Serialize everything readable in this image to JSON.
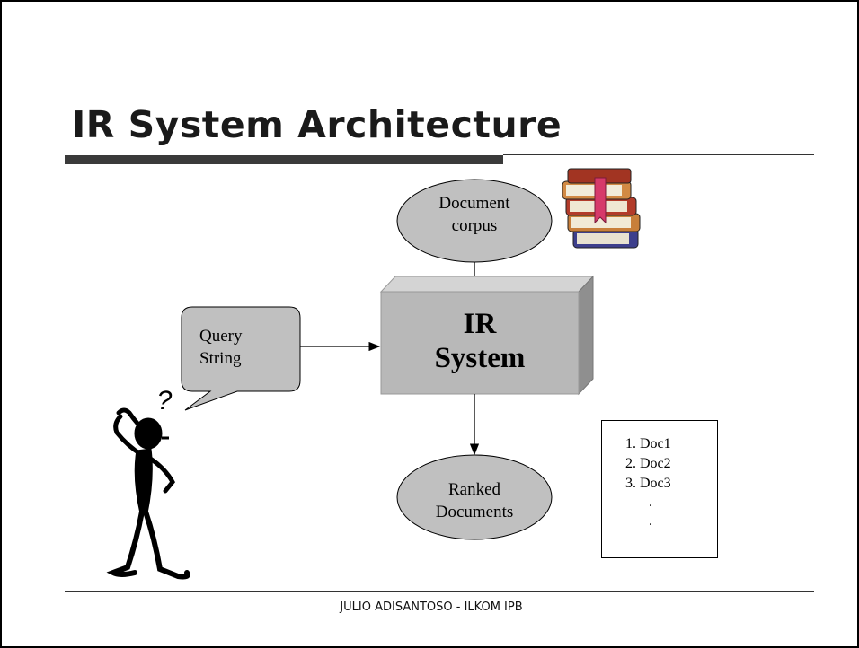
{
  "slide": {
    "title": "IR System Architecture",
    "footer": "JULIO ADISANTOSO - ILKOM IPB"
  },
  "diagram": {
    "corpus_line1": "Document",
    "corpus_line2": "corpus",
    "system_line1": "IR",
    "system_line2": "System",
    "query_line1": "Query",
    "query_line2": "String",
    "ranked_line1": "Ranked",
    "ranked_line2": "Documents",
    "question_mark": "?",
    "result_list": [
      "1. Doc1",
      "2. Doc2",
      "3. Doc3",
      ".",
      "."
    ]
  },
  "colors": {
    "node_fill": "#c0c0c0",
    "system_face": "#b8b8b8",
    "system_top": "#d4d4d4",
    "system_side": "#8f8f8f",
    "title_bar": "#3a3a3a"
  },
  "icons": [
    "books-icon",
    "confused-person-icon"
  ]
}
